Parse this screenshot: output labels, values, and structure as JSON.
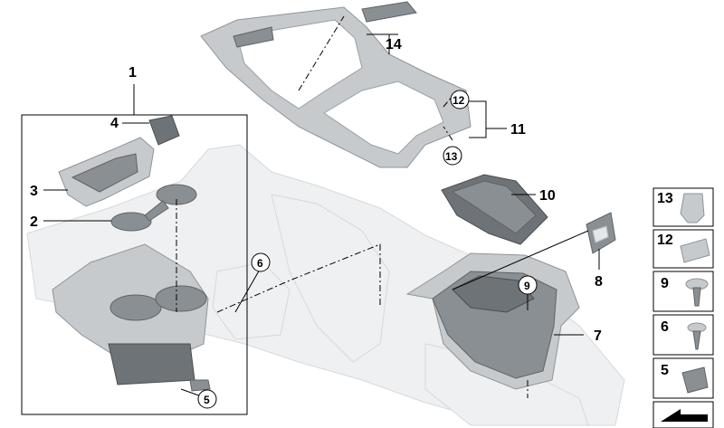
{
  "callouts": {
    "c1": "1",
    "c2": "2",
    "c3": "3",
    "c4": "4",
    "c5": "5",
    "c6": "6",
    "c7": "7",
    "c8": "8",
    "c9": "9",
    "c10": "10",
    "c11": "11",
    "c12": "12",
    "c13": "13",
    "c14": "14"
  },
  "legend": {
    "items": [
      {
        "label": "13"
      },
      {
        "label": "12"
      },
      {
        "label": "9"
      },
      {
        "label": "6"
      },
      {
        "label": "5"
      }
    ]
  },
  "colors": {
    "line": "#000000",
    "part_light": "#e4e6e8",
    "part_mid": "#c6cacd",
    "part_dark": "#8a8f93"
  }
}
